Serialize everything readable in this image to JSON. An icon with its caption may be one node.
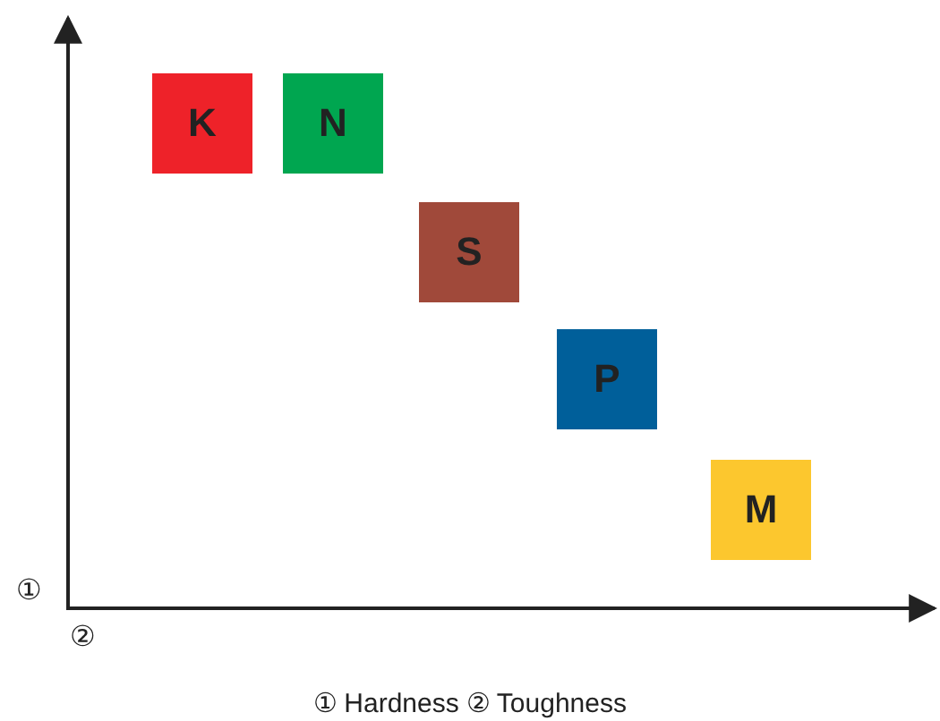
{
  "diagram": {
    "caption": "① Hardness ② Toughness",
    "nodes": [
      {
        "text": [
          "K"
        ]
      },
      {
        "text": [
          "N"
        ]
      },
      {
        "text": [
          "S"
        ]
      },
      {
        "text": [
          "P"
        ]
      },
      {
        "text": [
          "M"
        ]
      }
    ],
    "labels": [
      "①",
      "②"
    ]
  }
}
